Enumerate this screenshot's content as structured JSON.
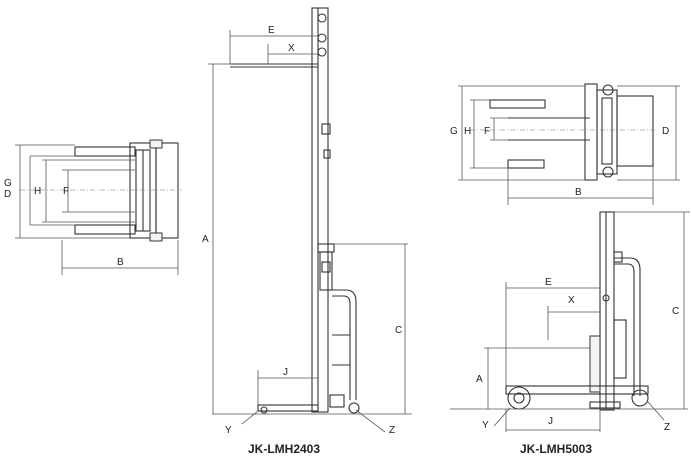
{
  "labels": {
    "top_left": {
      "G": "G",
      "D": "D",
      "H": "H",
      "F": "F",
      "B": "B"
    },
    "side_left": {
      "E": "E",
      "X": "X",
      "A": "A",
      "C": "C",
      "J": "J",
      "Y": "Y",
      "Z": "Z"
    },
    "top_right": {
      "G": "G",
      "H": "H",
      "F": "F",
      "D": "D",
      "B": "B"
    },
    "side_right": {
      "E": "E",
      "X": "X",
      "A": "A",
      "C": "C",
      "J": "J",
      "Y": "Y",
      "Z": "Z"
    }
  },
  "models": {
    "left": "JK-LMH2403",
    "right": "JK-LMH5003"
  }
}
